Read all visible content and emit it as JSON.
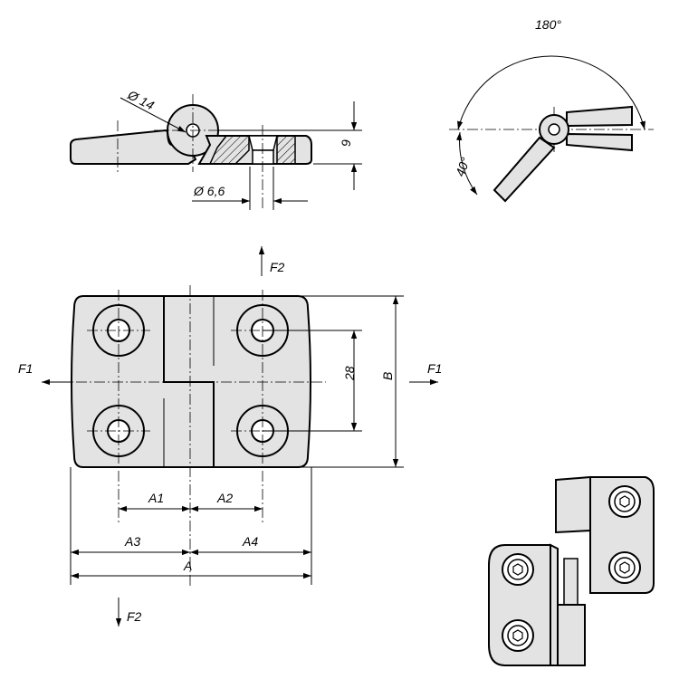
{
  "colors": {
    "line": "#000000",
    "part_fill": "#e3e3e3",
    "hatch": "#000000",
    "background": "#ffffff"
  },
  "side_view": {
    "dia_hinge": "Ø 14",
    "dia_hole": "Ø 6,6",
    "height": "9"
  },
  "angle_view": {
    "open_angle": "180°",
    "closed_angle": "40°"
  },
  "front_view": {
    "force_top": "F2",
    "force_bottom": "F2",
    "force_left": "F1",
    "force_right": "F1",
    "dim_hole_spacing": "28",
    "dim_height": "B",
    "dim_a1": "A1",
    "dim_a2": "A2",
    "dim_a3": "A3",
    "dim_a4": "A4",
    "dim_total": "A"
  },
  "iso_view": {
    "icon": "hinge-isometric"
  }
}
